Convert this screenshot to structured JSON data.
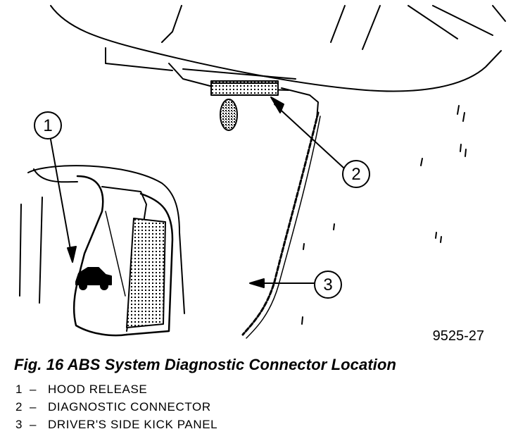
{
  "figure": {
    "code": "9525-27",
    "callouts": [
      "1",
      "2",
      "3"
    ]
  },
  "caption": "Fig. 16 ABS System Diagnostic Connector Location",
  "legend": [
    {
      "number": "1",
      "separator": "–",
      "label": "HOOD RELEASE"
    },
    {
      "number": "2",
      "separator": "–",
      "label": "DIAGNOSTIC CONNECTOR"
    },
    {
      "number": "3",
      "separator": "–",
      "label": "DRIVER'S SIDE KICK PANEL"
    }
  ]
}
